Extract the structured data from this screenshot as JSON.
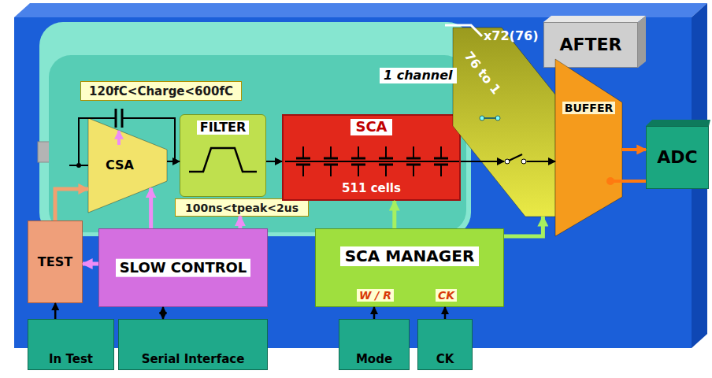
{
  "diagram": {
    "nodes": [
      {
        "text": [
          "1 channel"
        ]
      },
      {
        "text": [
          "120fC<Charge<600fC"
        ],
        "in": 0
      },
      {
        "text": [
          "CSA"
        ],
        "in": 0
      },
      {
        "text": [
          "FILTER"
        ],
        "in": 0
      },
      {
        "text": [
          "100ns<tpeak<2us"
        ],
        "in": 0
      },
      {
        "text": [
          "SCA",
          "511 cells"
        ],
        "in": 0
      },
      {
        "text": [
          "76 to 1"
        ]
      },
      {
        "text": [
          "AFTER"
        ]
      },
      {
        "text": [
          "BUFFER"
        ]
      },
      {
        "text": [
          "ADC"
        ]
      },
      {
        "text": [
          "TEST"
        ]
      },
      {
        "text": [
          "SLOW CONTROL"
        ]
      },
      {
        "text": [
          "SCA MANAGER",
          "W / R",
          "CK"
        ]
      },
      {
        "text": [
          "In Test"
        ]
      },
      {
        "text": [
          "Serial Interface"
        ]
      },
      {
        "text": [
          "Mode"
        ]
      },
      {
        "text": [
          "CK"
        ]
      }
    ],
    "edges": [
      {
        "from": 2,
        "to": 3,
        "arrow": "to"
      },
      {
        "from": 3,
        "to": 5,
        "arrow": "to"
      },
      {
        "from": 5,
        "to": 6,
        "arrow": "to"
      },
      {
        "from": 6,
        "to": 8,
        "arrow": "to"
      },
      {
        "from": 8,
        "to": 9,
        "arrow": "to"
      },
      {
        "from": 9,
        "to": 8,
        "arrow": "none"
      },
      {
        "from": 11,
        "to": 2,
        "arrow": "to"
      },
      {
        "from": 11,
        "to": 4,
        "arrow": "to"
      },
      {
        "from": 11,
        "to": 10,
        "arrow": "to"
      },
      {
        "from": 10,
        "to": 2,
        "arrow": "to"
      },
      {
        "from": 12,
        "to": 5,
        "arrow": "to"
      },
      {
        "from": 12,
        "to": 6,
        "arrow": "to"
      },
      {
        "from": 13,
        "to": 10,
        "arrow": "to"
      },
      {
        "from": 14,
        "to": 11,
        "arrow": "both"
      },
      {
        "from": 15,
        "to": 12,
        "arrow": "to"
      },
      {
        "from": 16,
        "to": 12,
        "arrow": "to"
      }
    ],
    "labels": [
      "x72(76)"
    ]
  }
}
